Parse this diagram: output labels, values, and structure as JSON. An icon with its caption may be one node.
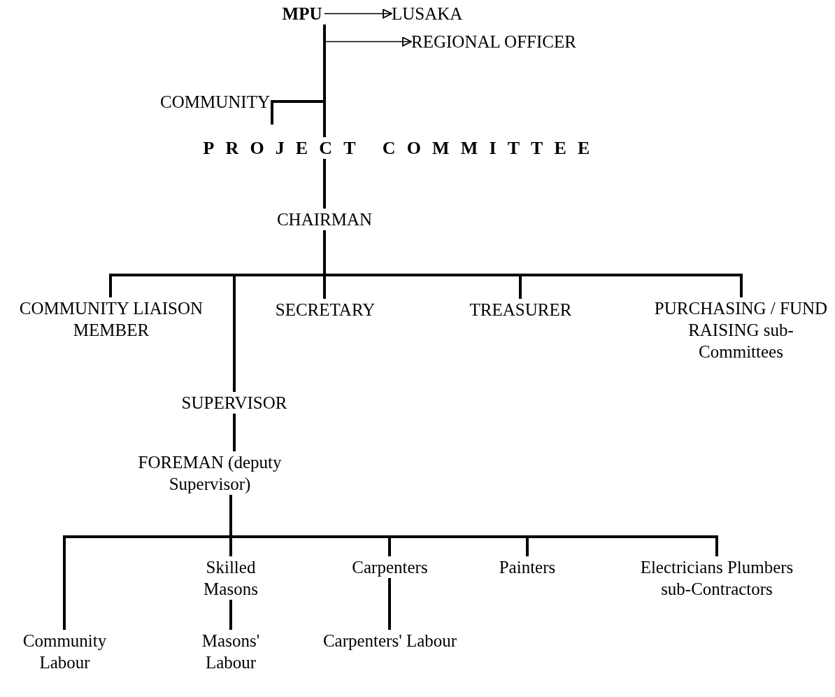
{
  "diagram": {
    "nodes": [
      {
        "text": [
          "MPU"
        ]
      },
      {
        "text": [
          "LUSAKA"
        ]
      },
      {
        "text": [
          "REGIONAL OFFICER"
        ]
      },
      {
        "text": [
          "COMMUNITY"
        ]
      },
      {
        "text": [
          "PROJECT COMMITTEE"
        ]
      },
      {
        "text": [
          "CHAIRMAN"
        ]
      },
      {
        "text": [
          "COMMUNITY LIAISON MEMBER"
        ]
      },
      {
        "text": [
          "SECRETARY"
        ]
      },
      {
        "text": [
          "TREASURER"
        ]
      },
      {
        "text": [
          "PURCHASING / FUND RAISING sub-Committees"
        ]
      },
      {
        "text": [
          "SUPERVISOR"
        ]
      },
      {
        "text": [
          "FOREMAN (deputy Supervisor)"
        ]
      },
      {
        "text": [
          "Community Labour"
        ]
      },
      {
        "text": [
          "Skilled Masons"
        ]
      },
      {
        "text": [
          "Carpenters"
        ]
      },
      {
        "text": [
          "Painters"
        ]
      },
      {
        "text": [
          "Electricians Plumbers sub-Contractors"
        ]
      },
      {
        "text": [
          "Masons' Labour"
        ]
      },
      {
        "text": [
          "Carpenters' Labour"
        ]
      }
    ],
    "edges": [
      {
        "from": 0,
        "to": 1,
        "arrow": "to"
      },
      {
        "from": 0,
        "to": 2,
        "arrow": "to"
      },
      {
        "from": 0,
        "to": 4,
        "arrow": "none"
      },
      {
        "from": 3,
        "to": 4,
        "arrow": "none"
      },
      {
        "from": 4,
        "to": 5,
        "arrow": "none"
      },
      {
        "from": 5,
        "to": 6,
        "arrow": "none"
      },
      {
        "from": 5,
        "to": 7,
        "arrow": "none"
      },
      {
        "from": 5,
        "to": 8,
        "arrow": "none"
      },
      {
        "from": 5,
        "to": 9,
        "arrow": "none"
      },
      {
        "from": 5,
        "to": 10,
        "arrow": "none"
      },
      {
        "from": 10,
        "to": 11,
        "arrow": "none"
      },
      {
        "from": 11,
        "to": 12,
        "arrow": "none"
      },
      {
        "from": 11,
        "to": 13,
        "arrow": "none"
      },
      {
        "from": 11,
        "to": 14,
        "arrow": "none"
      },
      {
        "from": 11,
        "to": 15,
        "arrow": "none"
      },
      {
        "from": 11,
        "to": 16,
        "arrow": "none"
      },
      {
        "from": 13,
        "to": 17,
        "arrow": "none"
      },
      {
        "from": 14,
        "to": 18,
        "arrow": "none"
      }
    ]
  }
}
